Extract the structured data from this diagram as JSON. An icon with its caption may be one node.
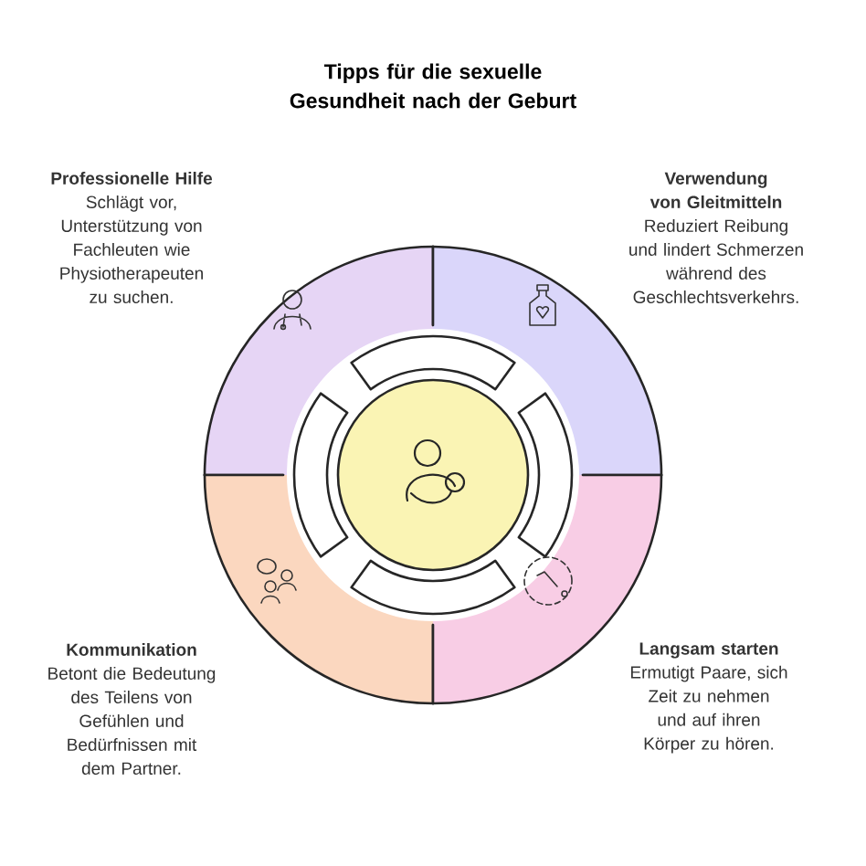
{
  "diagram": {
    "title": "Tipps für die sexuelle Gesundheit nach der Geburt",
    "nodes": [
      {
        "text": [
          "Professionelle Hilfe",
          "Schlägt vor, Unterstützung von Fachleuten wie Physiotherapeuten zu suchen."
        ]
      },
      {
        "text": [
          "Verwendung von Gleitmitteln",
          "Reduziert Reibung und lindert Schmerzen während des Geschlechtsverkehrs."
        ]
      },
      {
        "text": [],
        "shape": "circle"
      },
      {
        "text": [
          "Kommunikation",
          "Betont die Bedeutung des Teilens von Gefühlen und Bedürfnissen mit dem Partner."
        ]
      },
      {
        "text": [
          "Langsam starten",
          "Ermutigt Paare, sich Zeit zu nehmen und auf ihren Körper zu hören."
        ]
      }
    ]
  }
}
